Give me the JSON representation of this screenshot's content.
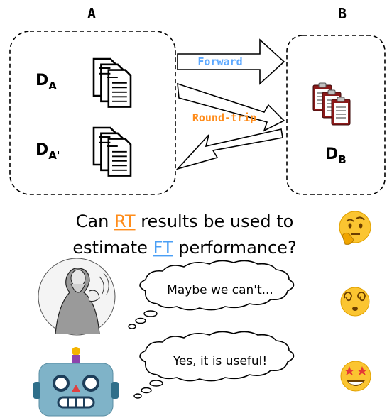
{
  "top": {
    "left_label": "A",
    "right_label": "B"
  },
  "source": {
    "doc_a_label": "D",
    "doc_a_sub": "A",
    "doc_a2_label": "D",
    "doc_a2_sub": "A'"
  },
  "target": {
    "doc_b_label": "D",
    "doc_b_sub": "B"
  },
  "arrows": {
    "forward_label": "Forward",
    "roundtrip_label": "Round-trip"
  },
  "question": {
    "line1_pre": "Can ",
    "line1_link": "RT",
    "line1_post": " results be used to",
    "line2_pre": "estimate ",
    "line2_link": "FT",
    "line2_post": " performance?"
  },
  "bubbles": {
    "human_text": "Maybe we can't...",
    "robot_text": "Yes, it is useful!"
  },
  "icons": {
    "thinking": "thinking-face-icon",
    "dizzy": "dizzy-face-icon",
    "star_struck": "star-struck-face-icon",
    "robot": "robot-icon",
    "portrait": "scholar-portrait"
  },
  "colors": {
    "forward": "#5da9ff",
    "roundtrip": "#ff8c1a",
    "rt_link": "#ff8c1a",
    "ft_link": "#4a9ff5",
    "clipboard": "#8b1a1a"
  }
}
